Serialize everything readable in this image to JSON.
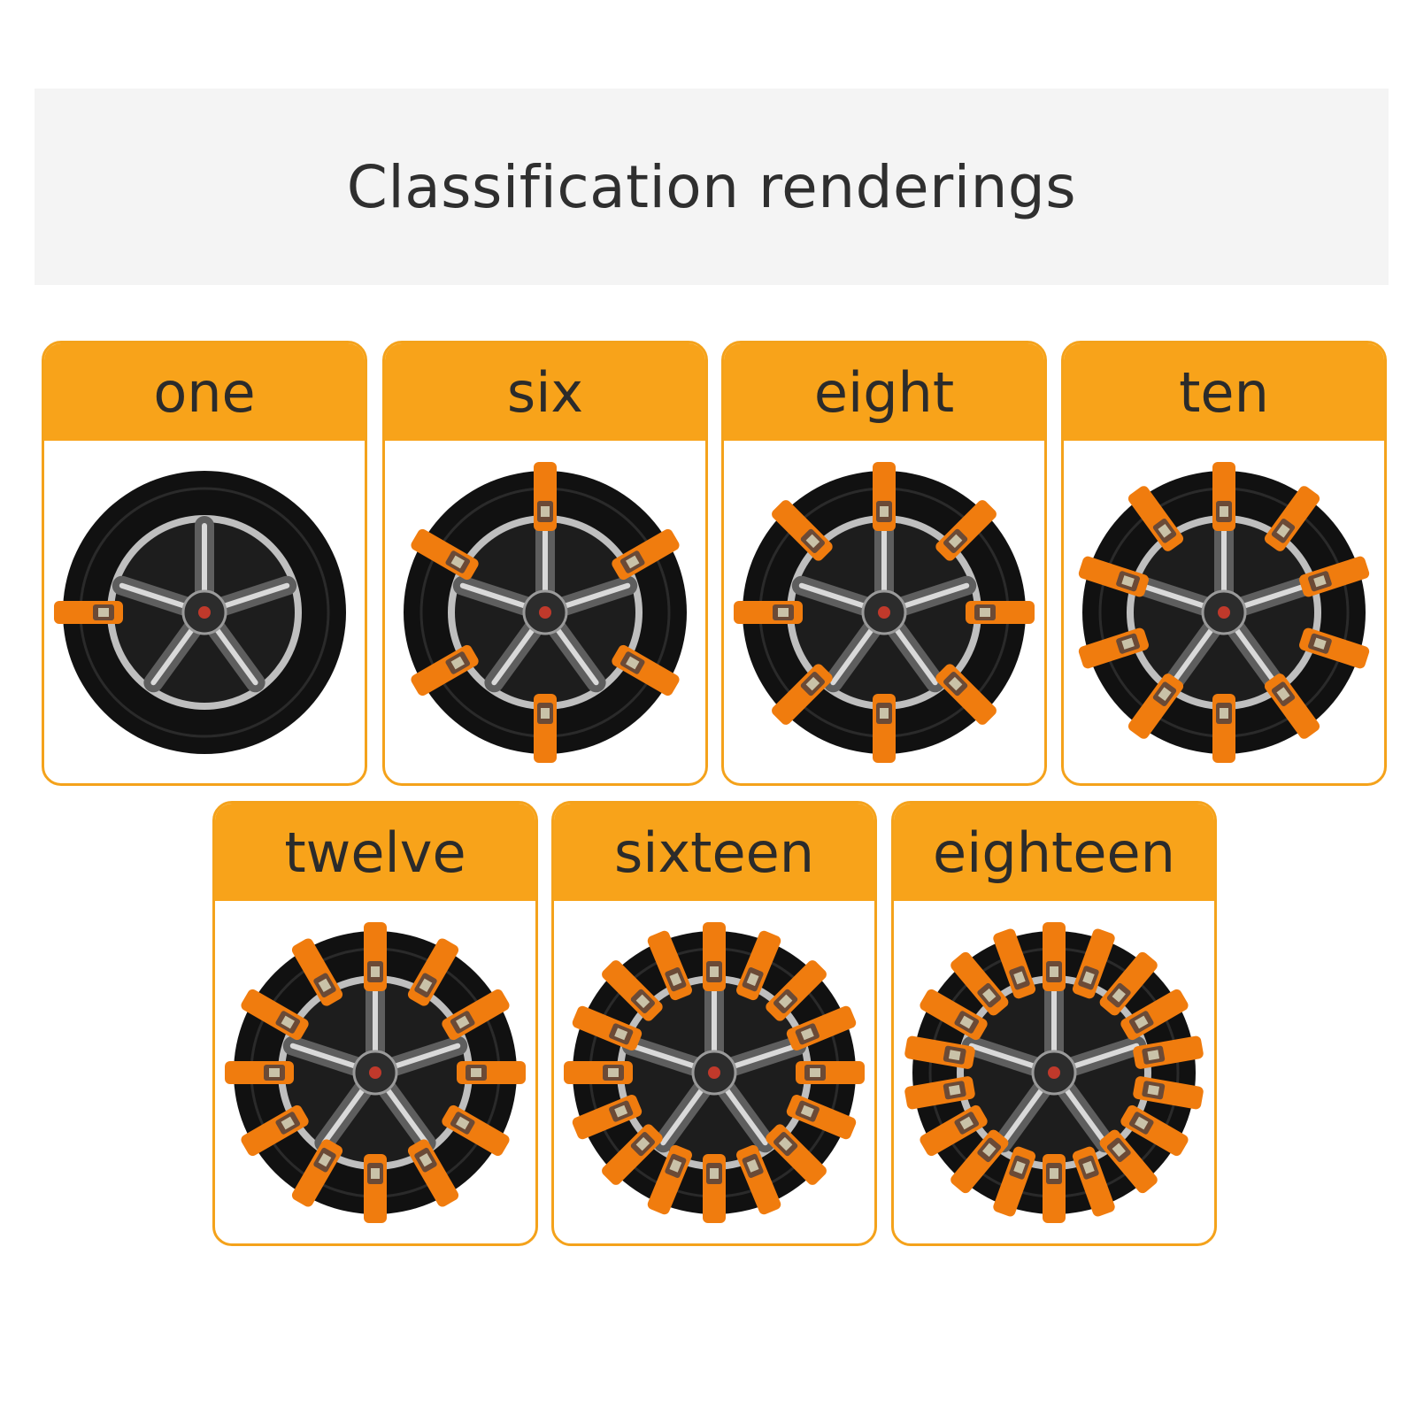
{
  "title": "Classification renderings",
  "colors": {
    "accent": "#f8a31a",
    "tire": "#111111",
    "rim": "#5e5e5e",
    "strap": "#f07c0e",
    "buckle": "#6b4a36"
  },
  "cards": [
    {
      "label": "one",
      "strap_count": 1
    },
    {
      "label": "six",
      "strap_count": 6
    },
    {
      "label": "eight",
      "strap_count": 8
    },
    {
      "label": "ten",
      "strap_count": 10
    },
    {
      "label": "twelve",
      "strap_count": 12
    },
    {
      "label": "sixteen",
      "strap_count": 16
    },
    {
      "label": "eighteen",
      "strap_count": 18
    }
  ]
}
